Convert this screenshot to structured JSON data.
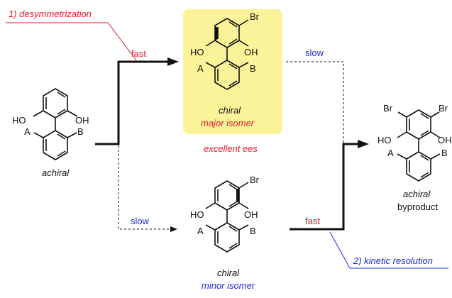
{
  "colors": {
    "red": "#e8182b",
    "blue": "#1d2bd6",
    "highlight": "#fbf39a",
    "ink": "#111111"
  },
  "annotations": {
    "step1": "1) desymmetrization",
    "step2": "2) kinetic resolution",
    "excellent": "excellent ees"
  },
  "arrows": {
    "fast_top": "fast",
    "slow_top": "slow",
    "slow_bottom": "slow",
    "fast_bottom": "fast"
  },
  "start": {
    "ho": "HO",
    "oh": "OH",
    "a": "A",
    "b": "B",
    "caption": "achiral"
  },
  "major": {
    "br": "Br",
    "ho": "HO",
    "oh": "OH",
    "a": "A",
    "b": "B",
    "caption1": "chiral",
    "caption2": "major isomer"
  },
  "minor": {
    "br": "Br",
    "ho": "HO",
    "oh": "OH",
    "a": "A",
    "b": "B",
    "caption1": "chiral",
    "caption2": "minor isomer"
  },
  "product": {
    "br1": "Br",
    "br2": "Br",
    "ho": "HO",
    "oh": "OH",
    "a": "A",
    "b": "B",
    "caption1": "achiral",
    "caption2": "byproduct"
  }
}
